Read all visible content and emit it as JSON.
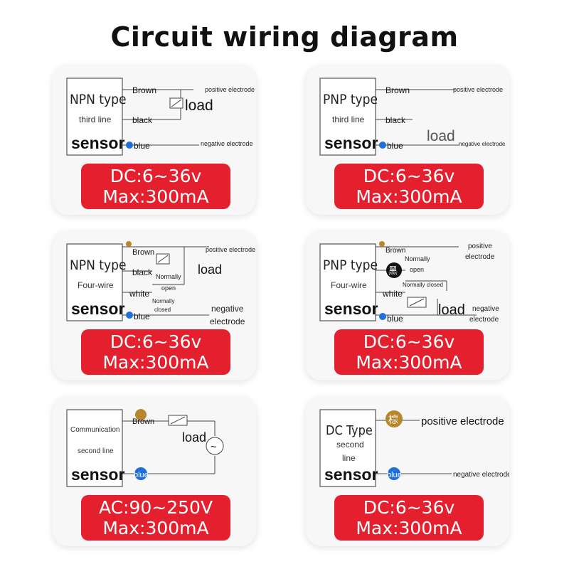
{
  "title": "Circuit wiring diagram",
  "cards": [
    {
      "type": "NPN type",
      "line": "third line",
      "sensor": "sensor",
      "wires": [
        "Brown",
        "black",
        "blue"
      ],
      "pos": "positive electrode",
      "neg": "negative electrode",
      "load": "load",
      "dc": "DC:6~36v",
      "max": "Max:300mA"
    },
    {
      "type": "PNP type",
      "line": "third line",
      "sensor": "sensor",
      "wires": [
        "Brown",
        "black",
        "blue"
      ],
      "pos": "positive electrode",
      "neg": "negative electrode",
      "load": "load",
      "dc": "DC:6~36v",
      "max": "Max:300mA"
    },
    {
      "type": "NPN type",
      "line": "Four-wire",
      "sensor": "sensor",
      "wires": [
        "Brown",
        "black",
        "white",
        "blue"
      ],
      "pos": "positive electrode",
      "neg1": "negative",
      "neg2": "electrode",
      "no1": "Normally",
      "no2": "open",
      "nc1": "Normally",
      "nc2": "closed",
      "load": "load",
      "dc": "DC:6~36v",
      "max": "Max:300mA"
    },
    {
      "type": "PNP type",
      "line": "Four-wire",
      "sensor": "sensor",
      "wires": [
        "Brown",
        "黑",
        "white",
        "blue"
      ],
      "pos1": "positive",
      "pos2": "electrode",
      "neg1": "negative",
      "neg2": "electrode",
      "no1": "Normally",
      "no2": "open",
      "nc": "Normally closed",
      "load": "load",
      "dc": "DC:6~36v",
      "max": "Max:300mA"
    },
    {
      "type": "Communication",
      "line": "second line",
      "sensor": "sensor",
      "wires": [
        "Brown",
        "blue"
      ],
      "ac_symbol": "~",
      "load": "load",
      "dc": "AC:90~250V",
      "max": "Max:300mA"
    },
    {
      "type": "DC Type",
      "line1": "second",
      "line2": "line",
      "sensor": "sensor",
      "wires": [
        "棕",
        "blue"
      ],
      "pos": "positive electrode",
      "neg": "negative electrode",
      "dc": "DC:6~36v",
      "max": "Max:300mA"
    }
  ],
  "colors": {
    "spec_red": "#e5202e",
    "brown_wire": "#b8862b",
    "blue_wire": "#1e6fd9",
    "black_wire": "#111111"
  }
}
